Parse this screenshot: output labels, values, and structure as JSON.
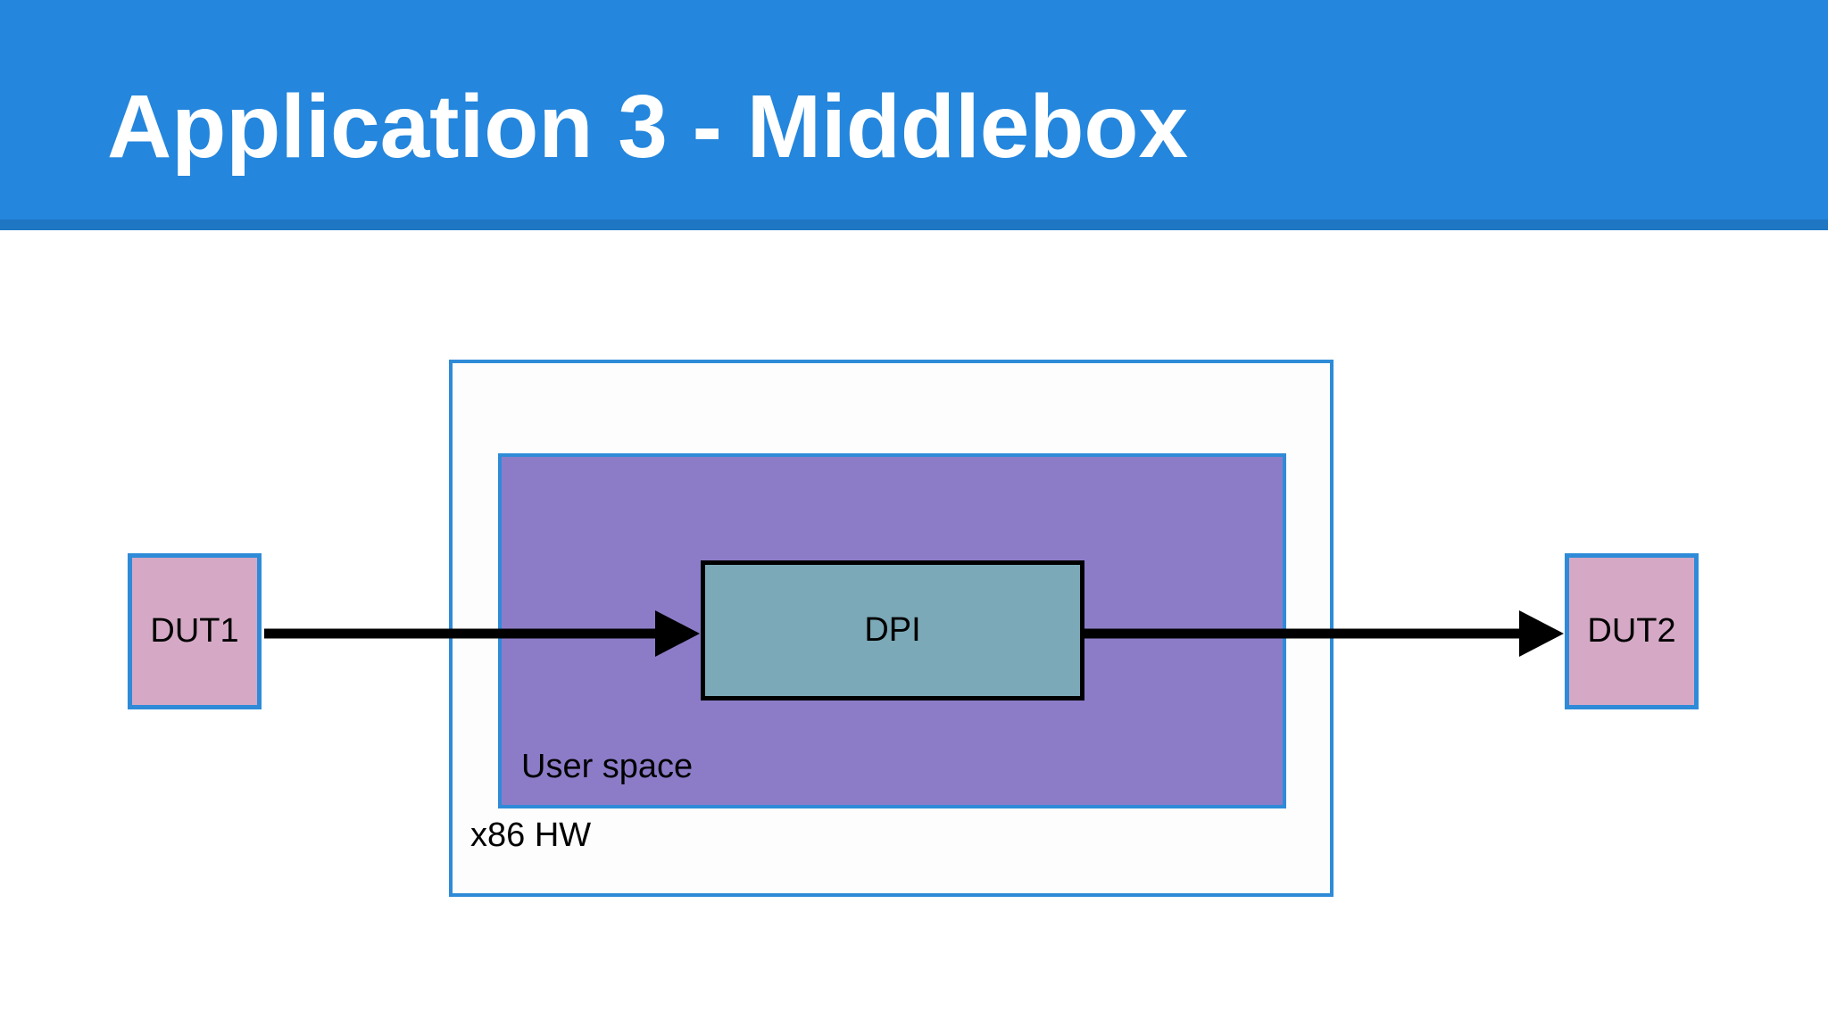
{
  "slide": {
    "title": "Application 3 - Middlebox",
    "header_color": "#2486dc",
    "header_underline_color": "#1f76c2",
    "background_color": "#ffffff"
  },
  "diagram": {
    "type": "block-diagram",
    "nodes": [
      {
        "id": "dut1",
        "label": "DUT1",
        "fill": "#d5a9c6",
        "stroke": "#2f8bd8"
      },
      {
        "id": "dpi",
        "label": "DPI",
        "fill": "#7ba9b8",
        "stroke": "#000000"
      },
      {
        "id": "dut2",
        "label": "DUT2",
        "fill": "#d5a9c6",
        "stroke": "#2f8bd8"
      }
    ],
    "regions": [
      {
        "id": "x86-hw",
        "label": "x86 HW",
        "fill": "#fcfdfc",
        "stroke": "#2f8bd8"
      },
      {
        "id": "user-space",
        "label": "User space",
        "fill": "#8c7cc8",
        "stroke": "#2f8bd8"
      }
    ],
    "connections": [
      {
        "id": "dut1-to-dpi",
        "from": "dut1",
        "to": "dpi",
        "style": "solid-arrow",
        "color": "#000000"
      },
      {
        "id": "dpi-to-dut2",
        "from": "dpi",
        "to": "dut2",
        "style": "solid-arrow",
        "color": "#000000"
      }
    ]
  }
}
